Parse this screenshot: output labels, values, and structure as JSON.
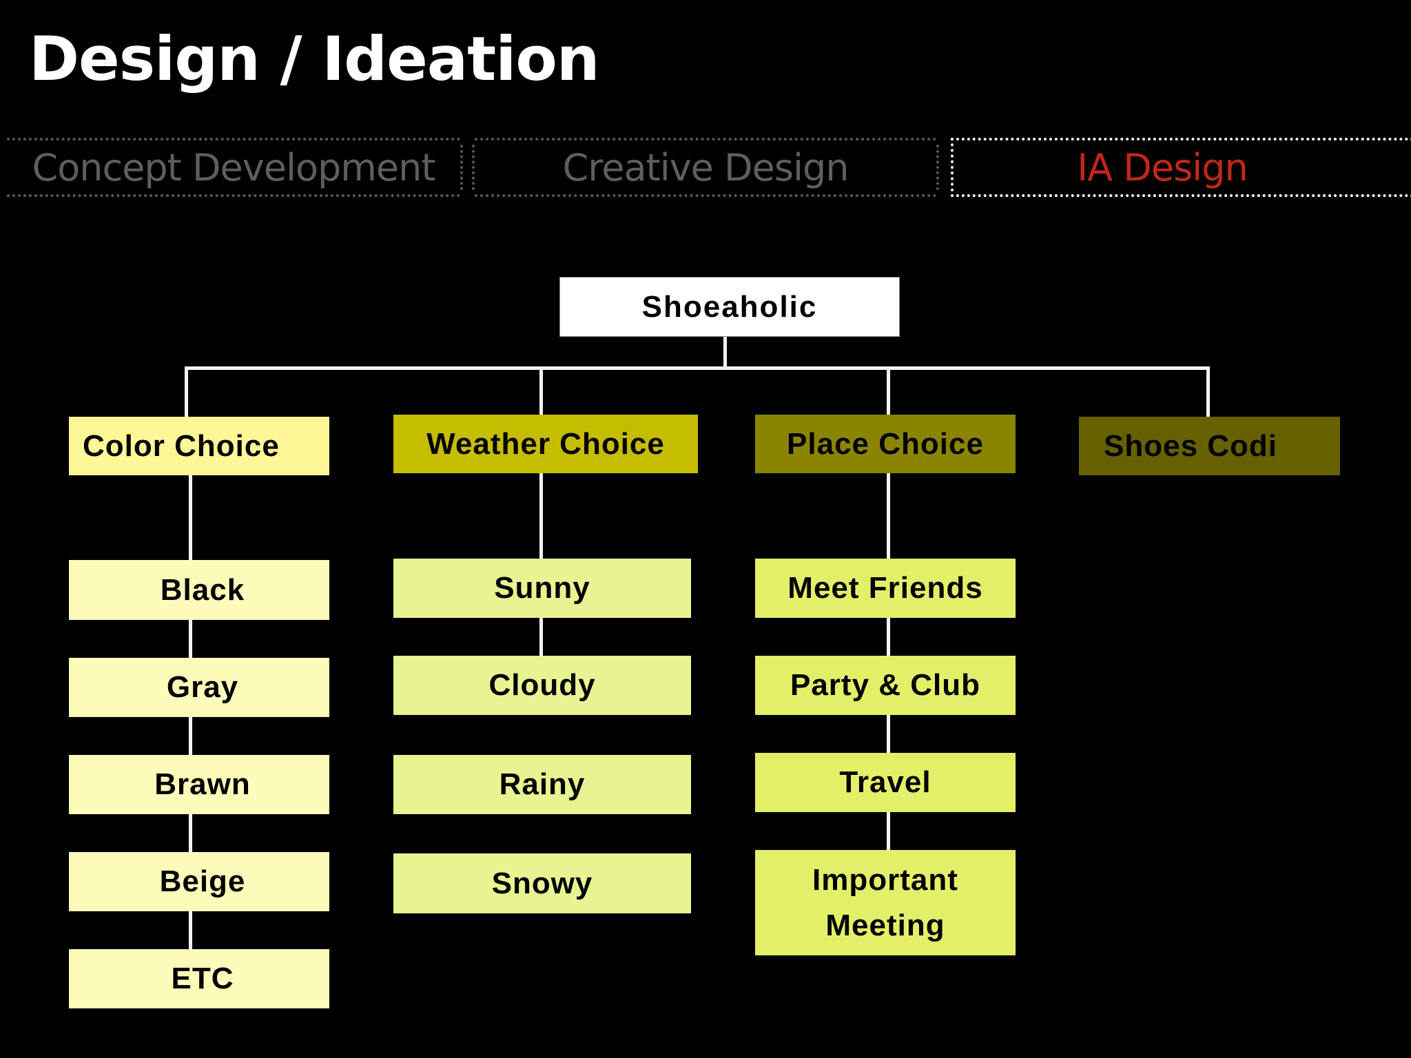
{
  "page": {
    "title": "Design / Ideation"
  },
  "tabs": [
    {
      "label": "Concept Development",
      "state": "inactive"
    },
    {
      "label": "Creative Design",
      "state": "inactive"
    },
    {
      "label": "IA Design",
      "state": "active"
    }
  ],
  "colors": {
    "background": "#000000",
    "active_tab": "#c0271b",
    "inactive_tab": "#5e5e5e",
    "root_box": "#ffffff",
    "color_choice": "#fdf895",
    "weather_choice": "#c5bd00",
    "place_choice": "#8b8400",
    "shoes_codi": "#666000",
    "color_children": "#fcfbb9",
    "weather_children": "#e8f391",
    "place_children": "#e4ef69"
  },
  "tree": {
    "root": "Shoeaholic",
    "categories": [
      {
        "label": "Color Choice",
        "children": [
          "Black",
          "Gray",
          "Brawn",
          "Beige",
          "ETC"
        ]
      },
      {
        "label": "Weather Choice",
        "children": [
          "Sunny",
          "Cloudy",
          "Rainy",
          "Snowy"
        ]
      },
      {
        "label": "Place Choice",
        "children": [
          "Meet Friends",
          "Party & Club",
          "Travel",
          "Important\nMeeting"
        ]
      },
      {
        "label": "Shoes Codi",
        "children": []
      }
    ]
  }
}
